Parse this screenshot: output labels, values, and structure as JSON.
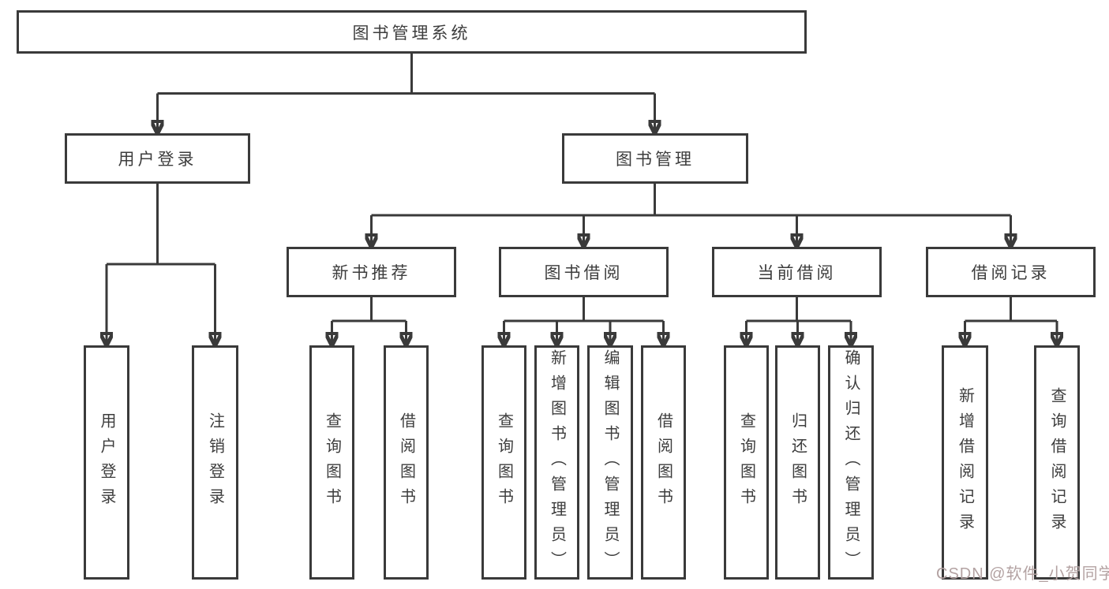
{
  "diagram": {
    "root": {
      "label": "图书管理系统"
    },
    "branches": [
      {
        "label": "用户登录",
        "children": [
          {
            "label": "用户登录"
          },
          {
            "label": "注销登录"
          }
        ]
      },
      {
        "label": "图书管理",
        "children": [
          {
            "label": "新书推荐",
            "children": [
              {
                "label": "查询图书"
              },
              {
                "label": "借阅图书"
              }
            ]
          },
          {
            "label": "图书借阅",
            "children": [
              {
                "label": "查询图书"
              },
              {
                "label": "新增图书（管理员）"
              },
              {
                "label": "编辑图书（管理员）"
              },
              {
                "label": "借阅图书"
              }
            ]
          },
          {
            "label": "当前借阅",
            "children": [
              {
                "label": "查询图书"
              },
              {
                "label": "归还图书"
              },
              {
                "label": "确认归还（管理员）"
              }
            ]
          },
          {
            "label": "借阅记录",
            "children": [
              {
                "label": "新增借阅记录"
              },
              {
                "label": "查询借阅记录"
              }
            ]
          }
        ]
      }
    ]
  },
  "watermark": {
    "text": "CSDN @软件_小贺同学"
  },
  "colors": {
    "line": "#3a3a3a",
    "text": "#3d3d3d",
    "watermark": "#b3a2a2",
    "background": "#ffffff"
  }
}
